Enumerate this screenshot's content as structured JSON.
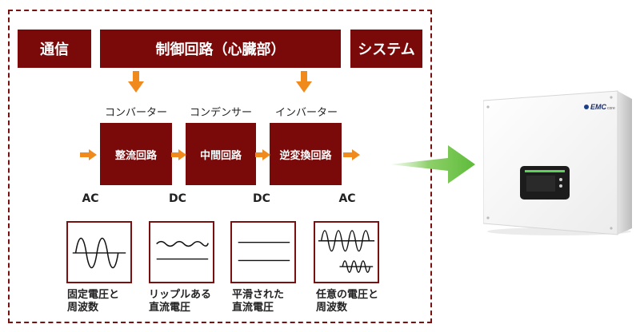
{
  "top_boxes": {
    "comm": "通信",
    "control": "制御回路（心臓部）",
    "system": "システム"
  },
  "stage_labels": {
    "converter": "コンバーター",
    "capacitor": "コンデンサー",
    "inverter": "インバーター"
  },
  "stages": {
    "rectifier": "整流回路",
    "intermediate": "中間回路",
    "inverse": "逆変換回路"
  },
  "io": {
    "ac_in": "AC",
    "dc_1": "DC",
    "dc_2": "DC",
    "ac_out": "AC"
  },
  "captions": {
    "wave1": {
      "line1": "固定電圧と",
      "line2": "周波数"
    },
    "wave2": {
      "line1": "リップルある",
      "line2": "直流電圧"
    },
    "wave3": {
      "line1": "平滑された",
      "line2": "直流電圧"
    },
    "wave4": {
      "line1": "任意の電圧と",
      "line2": "周波数"
    }
  },
  "product": {
    "brand_logo": "EMC",
    "brand_suffix": "core"
  },
  "colors": {
    "box": "#7a0a0a",
    "frame": "#7a1010",
    "orange_arrow": "#f08a1c",
    "green_arrow": "#6cc24a"
  }
}
